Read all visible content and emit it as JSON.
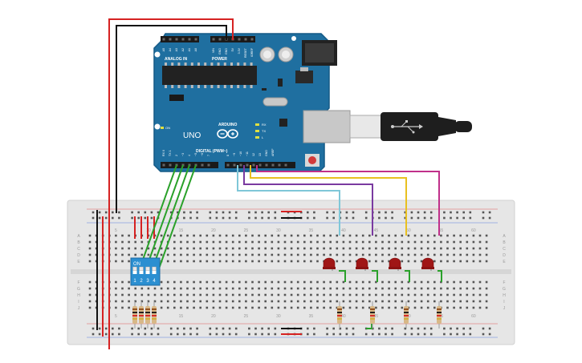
{
  "board": {
    "logo": "UNO",
    "brand": "ARDUINO",
    "on_label": "ON",
    "analog_label": "ANALOG IN",
    "power_label": "POWER",
    "digital_label": "DIGITAL (PWM~)",
    "analog_pins": [
      "A5",
      "A4",
      "A3",
      "A2",
      "A1",
      "A0"
    ],
    "power_pins": [
      "VIN",
      "GND",
      "GND",
      "5V",
      "3.3V",
      "RESET",
      "IOREF"
    ],
    "digital_pins": [
      "RX 0",
      "TX 1",
      "2",
      "~3",
      "4",
      "~5",
      "~6",
      "7",
      "8",
      "~9",
      "~10",
      "~11",
      "12",
      "13",
      "GND",
      "AREF"
    ],
    "led_labels": [
      "L",
      "TX",
      "RX"
    ]
  },
  "breadboard": {
    "column_numbers": [
      "5",
      "10",
      "15",
      "20",
      "25",
      "30",
      "35",
      "40",
      "45",
      "50",
      "55",
      "60"
    ],
    "row_letters_top": [
      "A",
      "B",
      "C",
      "D",
      "E"
    ],
    "row_letters_bottom": [
      "F",
      "G",
      "H",
      "I",
      "J"
    ]
  },
  "dip_switch": {
    "on_label": "ON",
    "numbers": [
      "1",
      "2",
      "3",
      "4"
    ],
    "states": [
      true,
      true,
      true,
      true
    ]
  },
  "colors": {
    "board": "#1f6fa0",
    "board_edge": "#155a86",
    "breadboard": "#e5e5e5",
    "wire_red": "#d62222",
    "wire_black": "#111111",
    "wire_green": "#2aa12a",
    "wire_cyan": "#7fc7d8",
    "wire_purple": "#7a3aa0",
    "wire_yellow": "#e8c020",
    "wire_magenta": "#c0308a",
    "led": "#a01616",
    "switch_body": "#2b8fd1"
  }
}
